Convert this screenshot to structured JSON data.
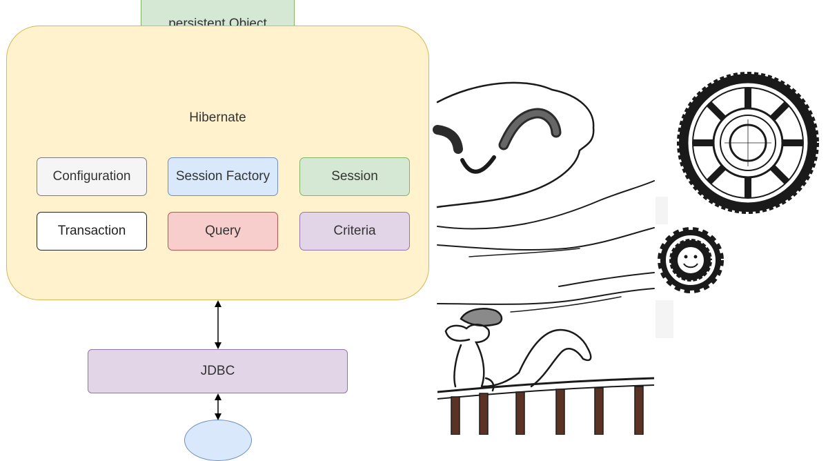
{
  "diagram": {
    "persistent_object": "persistent Object",
    "hibernate": "Hibernate",
    "components": [
      "Configuration",
      "Session Factory",
      "Session",
      "Transaction",
      "Query",
      "Criteria"
    ],
    "jdbc": "JDBC"
  },
  "colors": {
    "container_fill": "#fff2cc",
    "container_stroke": "#d6b656",
    "green_fill": "#d5e8d4",
    "blue_fill": "#dae8fc",
    "red_fill": "#f8cecc",
    "purple_fill": "#e1d5e7",
    "gray_fill": "#f5f5f5"
  },
  "illustration": {
    "icons": [
      "smiling-cloud-icon",
      "duck-icon",
      "fence-icon",
      "large-gear-icon",
      "smiley-gear-icon"
    ]
  }
}
